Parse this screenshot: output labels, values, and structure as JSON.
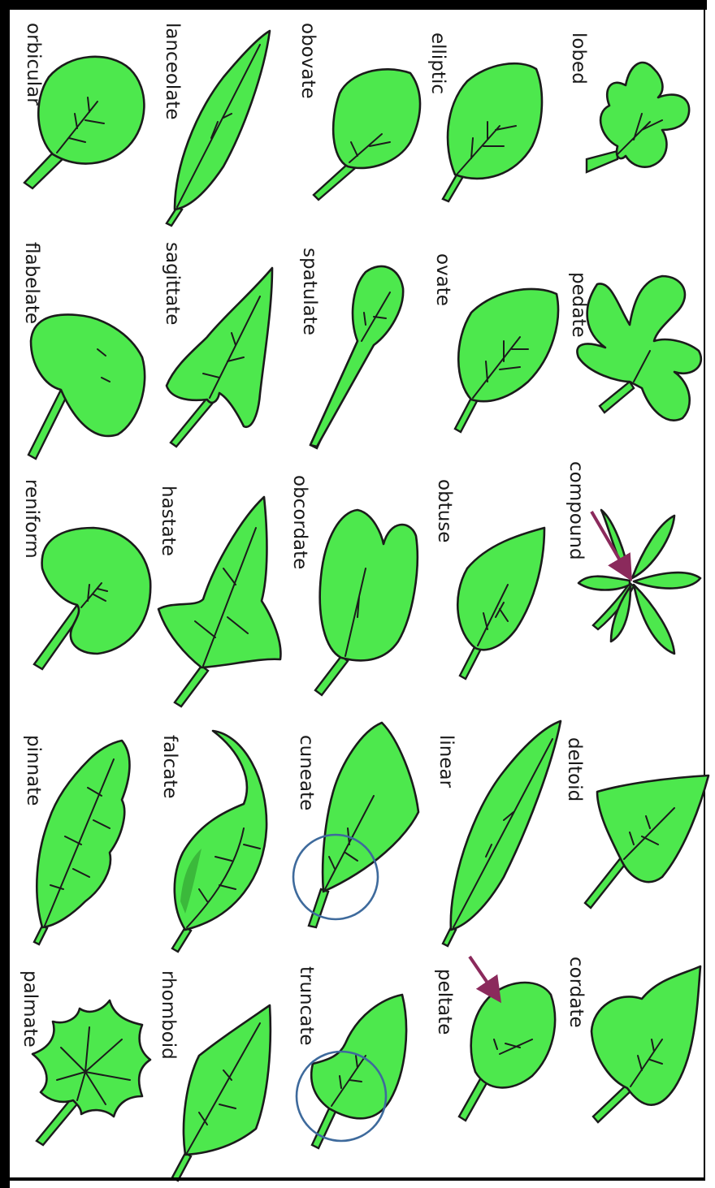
{
  "leaf_types": [
    "lobed",
    "elliptic",
    "obovate",
    "lanceolate",
    "orbicular",
    "pedate",
    "ovate",
    "spatulate",
    "sagittate",
    "flabelate",
    "compound",
    "obtuse",
    "obcordate",
    "hastate",
    "reniform",
    "deltoid",
    "linear",
    "cuneate",
    "falcate",
    "pinnate",
    "cordate",
    "peltate",
    "truncate",
    "rhomboid",
    "palmate"
  ],
  "colors": {
    "leaf_fill": "#4de84d",
    "outline": "#1b1b1b",
    "arrow": "#8b2a5c",
    "circle": "#3e6a9c",
    "frame": "#000000"
  },
  "annotations": {
    "arrows_on": [
      "compound",
      "peltate"
    ],
    "circles_on": [
      "cuneate",
      "truncate"
    ]
  }
}
